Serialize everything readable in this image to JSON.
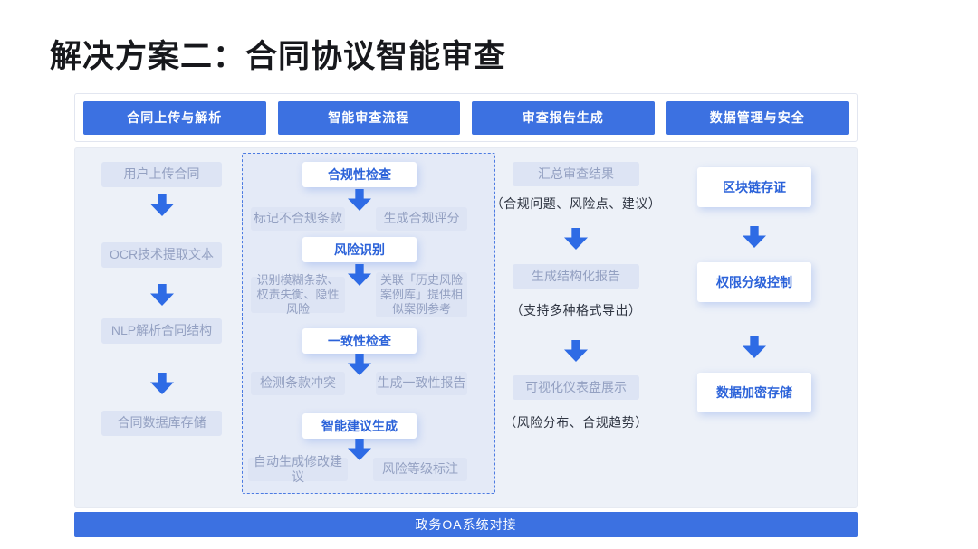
{
  "title": "解决方案二：合同协议智能审查",
  "colors": {
    "primary_blue": "#3c71e1",
    "arrow_blue": "#2e6be5",
    "panel_background": "#edf1f8",
    "flow_container_background": "#e4eaf7",
    "flow_container_border": "#4c7be2",
    "light_box_background": "#dde4f4",
    "light_box_text": "#94a1c2",
    "white_box_text": "#2b62d9",
    "note_text": "#2f3542"
  },
  "tabs": [
    {
      "label": "合同上传与解析"
    },
    {
      "label": "智能审查流程"
    },
    {
      "label": "审查报告生成"
    },
    {
      "label": "数据管理与安全"
    }
  ],
  "upload_flow": {
    "steps": [
      "用户上传合同",
      "OCR技术提取文本",
      "NLP解析合同结构",
      "合同数据库存储"
    ]
  },
  "review_flow": {
    "sections": [
      {
        "title": "合规性检查",
        "left": "标记不合规条款",
        "right": "生成合规评分"
      },
      {
        "title": "风险识别",
        "left": "识别模糊条款、权责失衡、隐性风险",
        "right": "关联「历史风险案例库」提供相似案例参考"
      },
      {
        "title": "一致性检查",
        "left": "检测条款冲突",
        "right": "生成一致性报告"
      },
      {
        "title": "智能建议生成",
        "left": "自动生成修改建议",
        "right": "风险等级标注"
      }
    ]
  },
  "report_flow": {
    "steps": [
      {
        "box": "汇总审查结果",
        "note": "（合规问题、风险点、建议）"
      },
      {
        "box": "生成结构化报告",
        "note": "（支持多种格式导出）"
      },
      {
        "box": "可视化仪表盘展示",
        "note": "（风险分布、合规趋势）"
      }
    ]
  },
  "security_flow": {
    "steps": [
      "区块链存证",
      "权限分级控制",
      "数据加密存储"
    ]
  },
  "footer": {
    "label": "政务OA系统对接"
  }
}
